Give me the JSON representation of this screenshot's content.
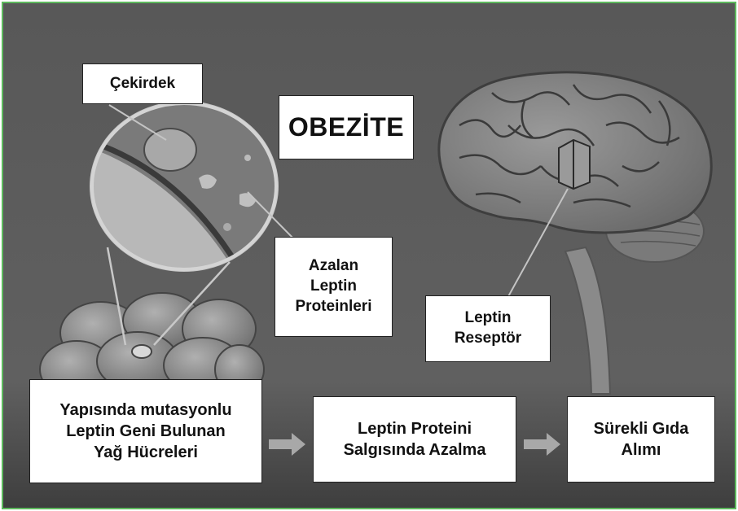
{
  "title": "OBEZİTE",
  "labels": {
    "nucleus": "Çekirdek",
    "reduced_leptin": "Azalan\nLeptin\nProteinleri",
    "leptin_receptor": "Leptin\nReseptör"
  },
  "flow": [
    "Yapısında mutasyonlu\nLeptin Geni Bulunan\nYağ Hücreleri",
    "Leptin Proteini\nSalgısında Azalma",
    "Sürekli Gıda\nAlımı"
  ],
  "colors": {
    "frame_border": "#5cb85c",
    "background": "#5c5c5c",
    "arrow": "#a8a8a8",
    "box_fill": "#ffffff"
  }
}
